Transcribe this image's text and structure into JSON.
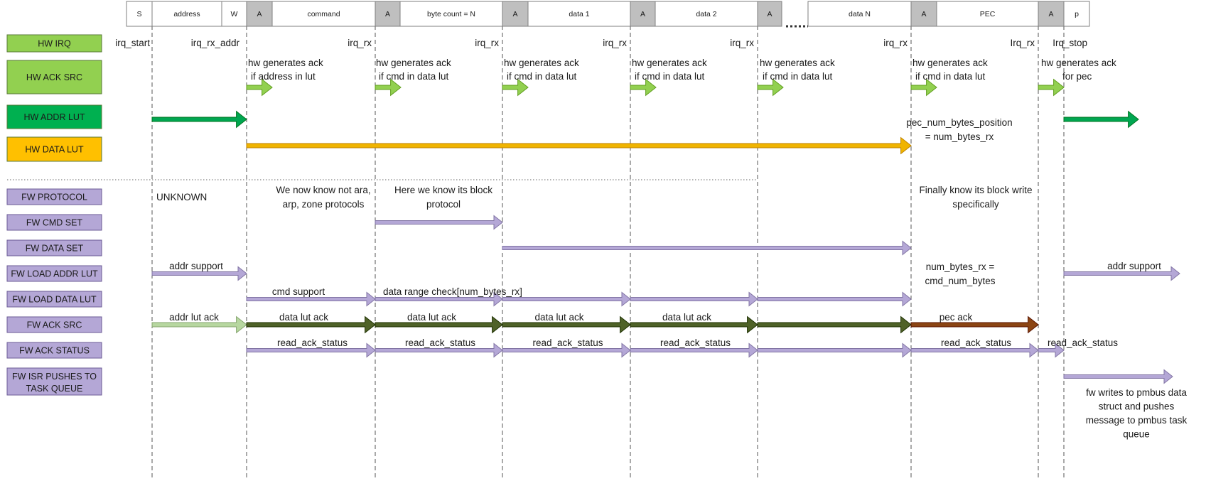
{
  "frame": [
    {
      "label": "S",
      "ack": false
    },
    {
      "label": "address",
      "ack": false
    },
    {
      "label": "W",
      "ack": false
    },
    {
      "label": "A",
      "ack": true
    },
    {
      "label": "command",
      "ack": false
    },
    {
      "label": "A",
      "ack": true
    },
    {
      "label": "byte count = N",
      "ack": false
    },
    {
      "label": "A",
      "ack": true
    },
    {
      "label": "data 1",
      "ack": false
    },
    {
      "label": "A",
      "ack": true
    },
    {
      "label": "data 2",
      "ack": false
    },
    {
      "label": "A",
      "ack": true
    },
    {
      "label": "data N",
      "ack": false
    },
    {
      "label": "A",
      "ack": true
    },
    {
      "label": "PEC",
      "ack": false
    },
    {
      "label": "A",
      "ack": true
    },
    {
      "label": "p",
      "ack": false
    }
  ],
  "hw_lanes": [
    {
      "label": "HW IRQ",
      "color": "#92d050"
    },
    {
      "label": "HW ACK SRC",
      "color": "#92d050"
    },
    {
      "label": "HW ADDR LUT",
      "color": "#00b050"
    },
    {
      "label": "HW DATA LUT",
      "color": "#ffc000"
    }
  ],
  "fw_lanes": [
    {
      "label": "FW PROTOCOL"
    },
    {
      "label": "FW CMD SET"
    },
    {
      "label": "FW DATA SET"
    },
    {
      "label": "FW LOAD ADDR LUT"
    },
    {
      "label": "FW LOAD DATA LUT"
    },
    {
      "label": "FW ACK SRC"
    },
    {
      "label": "FW ACK STATUS"
    },
    {
      "label": "FW ISR PUSHES TO TASK QUEUE"
    }
  ],
  "irq_labels": [
    "irq_start",
    "irq_rx_addr",
    "irq_rx",
    "irq_rx",
    "irq_rx",
    "irq_rx",
    "irq_rx",
    "Irq_rx",
    "Irq_stop"
  ],
  "hw_ack_notes": [
    [
      "hw generates ack",
      "if address in lut"
    ],
    [
      "hw generates ack",
      "if cmd in data lut"
    ],
    [
      "hw generates ack",
      "if cmd in data lut"
    ],
    [
      "hw generates ack",
      "if cmd in data lut"
    ],
    [
      "hw generates ack",
      "if cmd in data lut"
    ],
    [
      "hw generates ack",
      "if cmd in data lut"
    ],
    [
      "hw generates ack",
      "for pec"
    ]
  ],
  "pec_note": [
    "pec_num_bytes_position",
    "= num_bytes_rx"
  ],
  "protocol_notes": {
    "unknown": "UNKNOWN",
    "not_ara": [
      "We now know not ara,",
      "arp, zone protocols"
    ],
    "block": [
      "Here we know its block",
      "protocol"
    ],
    "block_write": [
      "Finally know its block write",
      "specifically"
    ]
  },
  "arrow_labels": {
    "addr_support": "addr support",
    "cmd_support": "cmd support",
    "data_range": "data range check[num_bytes_rx]",
    "num_bytes": [
      "num_bytes_rx =",
      "cmd_num_bytes"
    ],
    "addr_lut_ack": "addr lut ack",
    "data_lut_ack": "data lut ack",
    "pec_ack": "pec ack",
    "read_ack_status": "read_ack_status"
  },
  "isr_note": [
    "fw writes to pmbus data",
    "struct and pushes",
    "message to pmbus task",
    "queue"
  ],
  "colors": {
    "fw_lane": "#b4a7d6",
    "fw_arrow": "#b4a7d6",
    "hw_ack_arrow": "#92d050",
    "addr_lut_arrow": "#00a651",
    "data_lut_arrow": "#f0b400",
    "addr_lut_ack_arrow": "#b7d7a0",
    "data_lut_ack_arrow": "#4f6228",
    "pec_ack_arrow": "#8b4513",
    "ack_cell": "#bfbfbf"
  }
}
